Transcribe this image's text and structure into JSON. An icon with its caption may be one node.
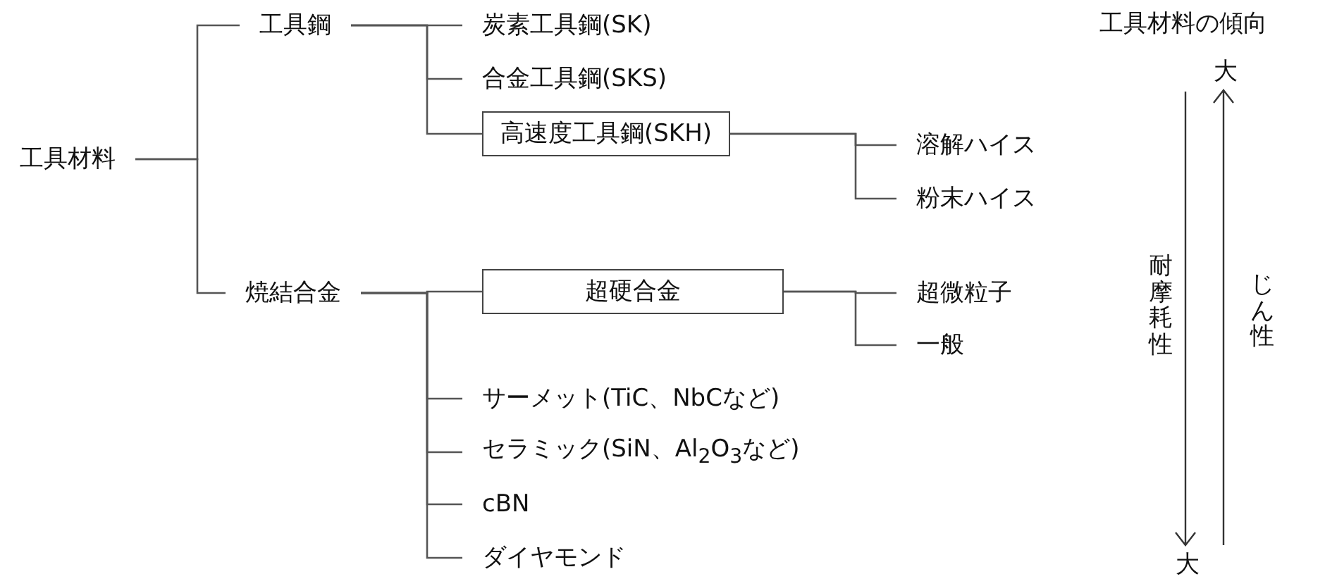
{
  "diagram": {
    "nodes": [
      {
        "text": [
          "工具材料"
        ]
      },
      {
        "text": [
          "工具鋼"
        ]
      },
      {
        "text": [
          "炭素工具鋼(SK)"
        ]
      },
      {
        "text": [
          "合金工具鋼(SKS)"
        ]
      },
      {
        "text": [
          "高速度工具鋼(SKH)"
        ]
      },
      {
        "text": [
          "溶解ハイス"
        ]
      },
      {
        "text": [
          "粉末ハイス"
        ]
      },
      {
        "text": [
          "焼結合金"
        ]
      },
      {
        "text": [
          "超硬合金"
        ]
      },
      {
        "text": [
          "超微粒子"
        ]
      },
      {
        "text": [
          "一般"
        ]
      },
      {
        "text": [
          "サーメット(TiC、NbCなど)"
        ]
      },
      {
        "text": [
          "セラミック(SiN、Al$_{2}$O$_{3}$など)"
        ]
      },
      {
        "text": [
          "cBN"
        ]
      },
      {
        "text": [
          "ダイヤモンド"
        ]
      }
    ],
    "edges": [
      {
        "from": 0,
        "to": 1,
        "arrow": "none"
      },
      {
        "from": 0,
        "to": 7,
        "arrow": "none"
      },
      {
        "from": 1,
        "to": 2,
        "arrow": "none"
      },
      {
        "from": 1,
        "to": 3,
        "arrow": "none"
      },
      {
        "from": 1,
        "to": 4,
        "arrow": "none"
      },
      {
        "from": 4,
        "to": 5,
        "arrow": "none"
      },
      {
        "from": 4,
        "to": 6,
        "arrow": "none"
      },
      {
        "from": 7,
        "to": 8,
        "arrow": "none"
      },
      {
        "from": 7,
        "to": 11,
        "arrow": "none"
      },
      {
        "from": 7,
        "to": 12,
        "arrow": "none"
      },
      {
        "from": 7,
        "to": 13,
        "arrow": "none"
      },
      {
        "from": 7,
        "to": 14,
        "arrow": "none"
      },
      {
        "from": 8,
        "to": 9,
        "arrow": "none"
      },
      {
        "from": 8,
        "to": 10,
        "arrow": "none"
      }
    ],
    "labels": [
      "工具材料の傾向",
      "大",
      "耐摩耗性",
      "じん性",
      "大"
    ]
  }
}
